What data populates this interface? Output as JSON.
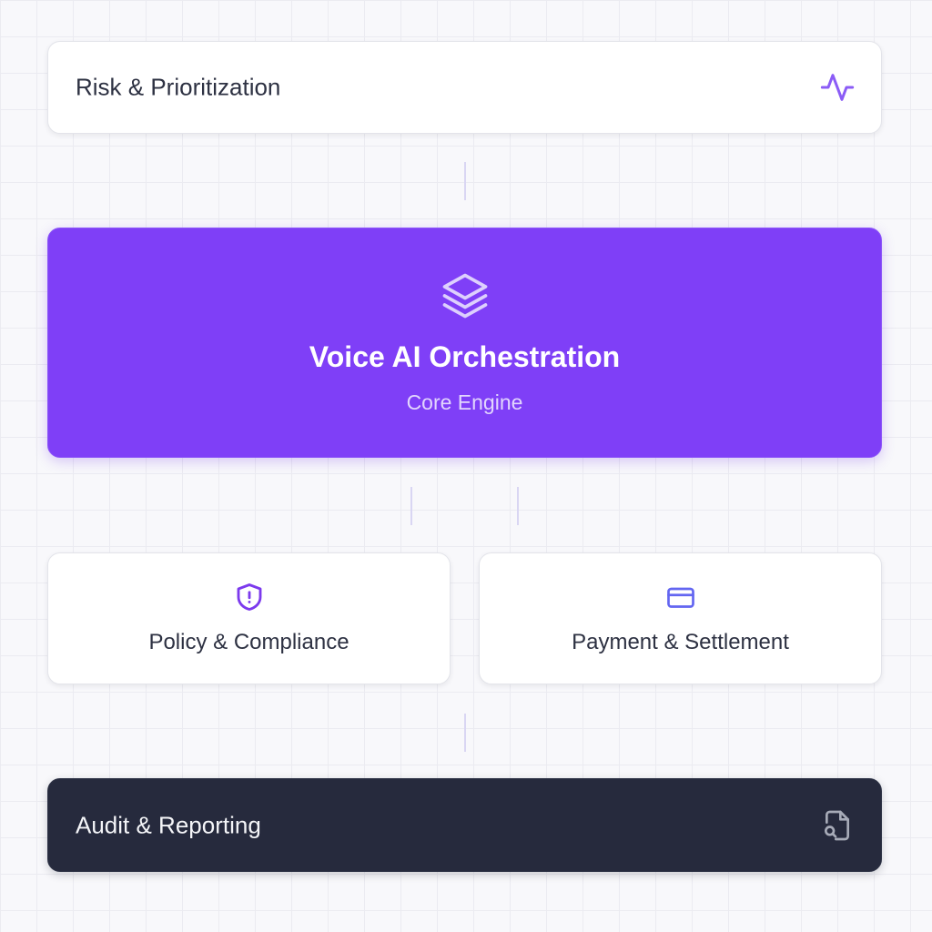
{
  "diagram": {
    "top": {
      "title": "Risk & Prioritization",
      "icon": "activity-pulse-icon"
    },
    "core": {
      "title": "Voice AI Orchestration",
      "subtitle": "Core Engine",
      "icon": "layers-stack-icon"
    },
    "middle": [
      {
        "title": "Policy & Compliance",
        "icon": "shield-alert-icon"
      },
      {
        "title": "Payment & Settlement",
        "icon": "credit-card-icon"
      }
    ],
    "bottom": {
      "title": "Audit & Reporting",
      "icon": "file-search-icon"
    }
  },
  "colors": {
    "accent": "#7f3ff7",
    "dark": "#262a3d",
    "card": "#ffffff",
    "text": "#2d3142",
    "connector": "#d9d6f3"
  }
}
